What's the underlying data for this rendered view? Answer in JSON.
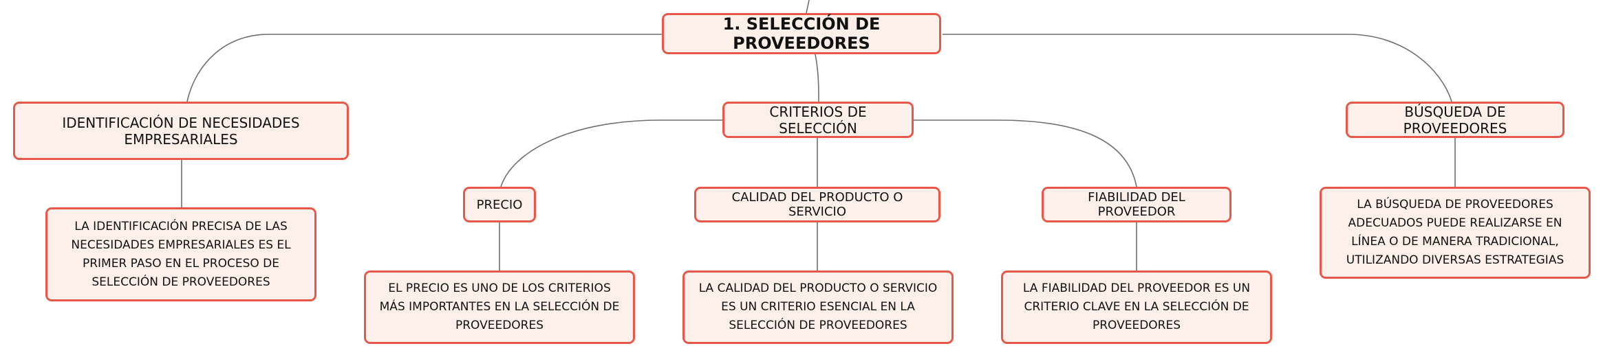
{
  "map": {
    "root": "1. SELECCIÓN DE PROVEEDORES",
    "branches": {
      "identificacion": {
        "label": "IDENTIFICACIÓN DE NECESIDADES EMPRESARIALES",
        "note": "LA IDENTIFICACIÓN PRECISA DE LAS NECESIDADES EMPRESARIALES ES EL PRIMER PASO EN EL PROCESO DE SELECCIÓN DE PROVEEDORES"
      },
      "criterios": {
        "label": "CRITERIOS DE SELECCIÓN",
        "precio": {
          "label": "PRECIO",
          "note": "EL PRECIO ES UNO DE LOS CRITERIOS MÁS IMPORTANTES EN LA SELECCIÓN DE PROVEEDORES"
        },
        "calidad": {
          "label": "CALIDAD DEL PRODUCTO O SERVICIO",
          "note": "LA CALIDAD DEL PRODUCTO O SERVICIO ES UN CRITERIO ESENCIAL EN LA SELECCIÓN DE PROVEEDORES"
        },
        "fiabilidad": {
          "label": "FIABILIDAD DEL PROVEEDOR",
          "note": "LA FIABILIDAD DEL PROVEEDOR ES UN CRITERIO CLAVE EN LA SELECCIÓN DE PROVEEDORES"
        }
      },
      "busqueda": {
        "label": "BÚSQUEDA DE PROVEEDORES",
        "note": "LA BÚSQUEDA DE PROVEEDORES ADECUADOS PUEDE REALIZARSE EN LÍNEA O DE MANERA TRADICIONAL, UTILIZANDO DIVERSAS ESTRATEGIAS"
      }
    }
  },
  "colors": {
    "node_border": "#e8584a",
    "node_fill": "#fdf0ea",
    "connector": "#6f6f6f"
  }
}
